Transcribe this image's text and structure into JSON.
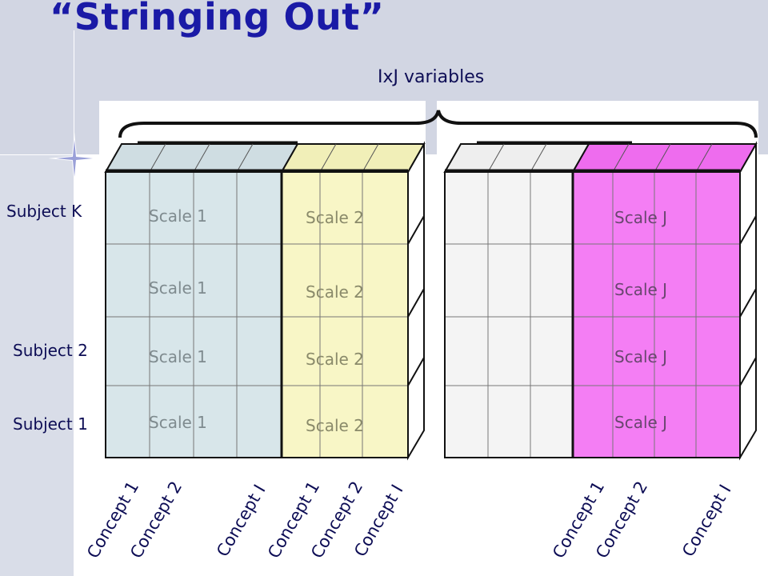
{
  "title": "“Stringing Out”",
  "ixj_label": "IxJ variables",
  "subjects": {
    "k": "Subject K",
    "s2": "Subject 2",
    "s1": "Subject 1"
  },
  "scales": {
    "scale1": "Scale 1",
    "scale2": "Scale 2",
    "scaleJ": "Scale J"
  },
  "concepts": {
    "c1": "Concept 1",
    "c2": "Concept 2",
    "cI": "Concept I"
  },
  "colors": {
    "scale1_fill": "#d8e6ea",
    "scale2_fill": "#f8f6c6",
    "blank_fill": "#f4f4f4",
    "scaleJ_fill": "#f47ef4",
    "title": "#1a1aa6",
    "label": "#0d0d55"
  }
}
